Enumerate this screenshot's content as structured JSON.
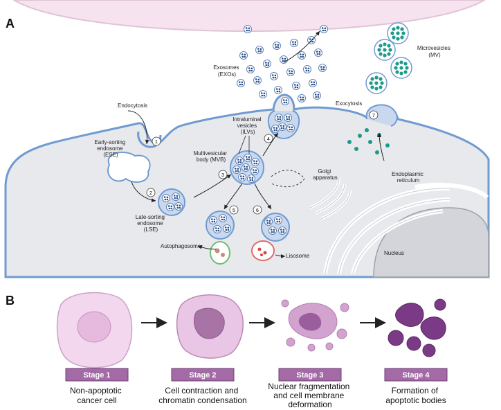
{
  "panel_a": {
    "letter": "A",
    "labels": {
      "exosomes": [
        "Exosomes",
        "(EXOs)"
      ],
      "microvesicles": [
        "Microvesicles",
        "(MV)"
      ],
      "exocytosis": "Exocytosis",
      "endocytosis": "Endocytosis",
      "ilvs": [
        "Intraluminal",
        "vesicles",
        "(ILVs)"
      ],
      "mvb": [
        "Multivesicular",
        "body (MVB)"
      ],
      "ese": [
        "Early-sorting",
        "endosome",
        "(ESE)"
      ],
      "lse": [
        "Late-sorting",
        "endosome",
        "(LSE)"
      ],
      "golgi": [
        "Golgi",
        "apparatus"
      ],
      "er": [
        "Endoplasmic",
        "reticulum"
      ],
      "autophagosome": "Autophagosome",
      "lisosome": "Lisosome",
      "nucleus": "Nucleus"
    },
    "steps": [
      "1",
      "2",
      "3",
      "4",
      "5",
      "6",
      "7"
    ]
  },
  "panel_b": {
    "letter": "B",
    "stages": [
      {
        "label": "Stage 1",
        "caption": [
          "Non-apoptotic",
          "cancer cell"
        ]
      },
      {
        "label": "Stage 2",
        "caption": [
          "Cell contraction and",
          "chromatin condensation"
        ]
      },
      {
        "label": "Stage 3",
        "caption": [
          "Nuclear fragmentation",
          "and cell membrane",
          "deformation"
        ]
      },
      {
        "label": "Stage 4",
        "caption": [
          "Formation of",
          "apoptotic bodies"
        ]
      }
    ]
  },
  "colors": {
    "target_cell": "#f6e3ef",
    "cytoplasm": "#e8e9ed",
    "membrane": "#6f9bd1",
    "vesicle_fill": "#c9d8ee",
    "cargo": "#2d4f86",
    "microvesicle_cargo": "#1c9a8a",
    "stage_purple": "#a36aa6",
    "apoptotic_purple": "#7b3a85"
  }
}
